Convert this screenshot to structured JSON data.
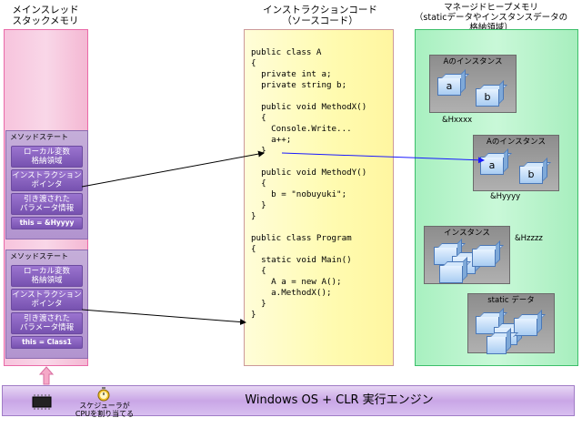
{
  "columns": {
    "stack_title": [
      "メインスレッド",
      "スタックメモリ"
    ],
    "code_title": [
      "インストラクションコード",
      "（ソースコード）"
    ],
    "heap_title": [
      "マネージドヒープメモリ",
      "（staticデータやインスタンスデータの",
      "格納領域）"
    ]
  },
  "method_states": [
    {
      "title": "メソッドステート",
      "boxes": [
        "ローカル変数\n格納領域",
        "インストラクション\nポインタ",
        "引き渡された\nパラメータ情報",
        "this = &Hyyyy"
      ]
    },
    {
      "title": "メソッドステート",
      "boxes": [
        "ローカル変数\n格納領域",
        "インストラクション\nポインタ",
        "引き渡された\nパラメータ情報",
        "this = Class1"
      ]
    }
  ],
  "code_lines": [
    "public class A",
    "{",
    "  private int a;",
    "  private string b;",
    "",
    "  public void MethodX()",
    "  {",
    "    Console.Write...",
    "    a++;",
    "  }",
    "",
    "  public void MethodY()",
    "  {",
    "    b = \"nobuyuki\";",
    "  }",
    "}",
    "",
    "public class Program",
    "{",
    "  static void Main()",
    "  {",
    "    A a = new A();",
    "    a.MethodX();",
    "  }",
    "}"
  ],
  "heap": {
    "instances": [
      {
        "label": "Aのインスタンス",
        "fields": [
          "a",
          "b"
        ],
        "address": "&Hxxxx"
      },
      {
        "label": "Aのインスタンス",
        "fields": [
          "a",
          "b"
        ],
        "address": "&Hyyyy"
      },
      {
        "label": "インスタンス",
        "fields": [],
        "address": "&Hzzzz"
      },
      {
        "label": "static データ",
        "fields": [],
        "address": ""
      }
    ]
  },
  "os_bar": {
    "label": "Windows OS + CLR 実行エンジン",
    "scheduler_text": [
      "スケジューラが",
      "CPUを割り当てる"
    ]
  },
  "colors": {
    "stack": "#f7c4dd",
    "code": "#fffbb0",
    "heap": "#a8f0c0",
    "method_box": "#7752b0",
    "arrow_black": "#000000",
    "arrow_blue": "#1a1aff"
  }
}
